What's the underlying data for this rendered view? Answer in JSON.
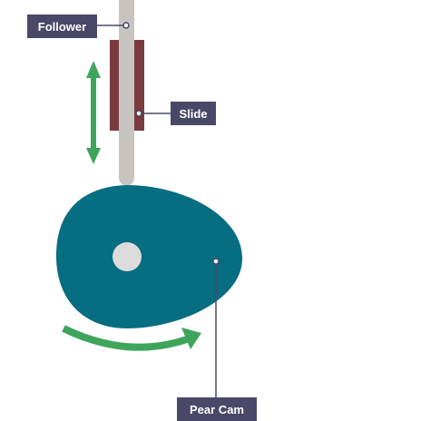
{
  "labels": {
    "follower": "Follower",
    "slide": "Slide",
    "pear_cam": "Pear Cam"
  },
  "colors": {
    "background": "#ffffff",
    "follower_rod": "#c8c5c1",
    "slide": "#7a3b3e",
    "cam": "#076d80",
    "cam_hole": "#dddcdc",
    "motion_arrow": "#3fa45c",
    "label_box": "#4a4868",
    "label_text": "#ffffff",
    "leader_line": "#4a4868"
  }
}
